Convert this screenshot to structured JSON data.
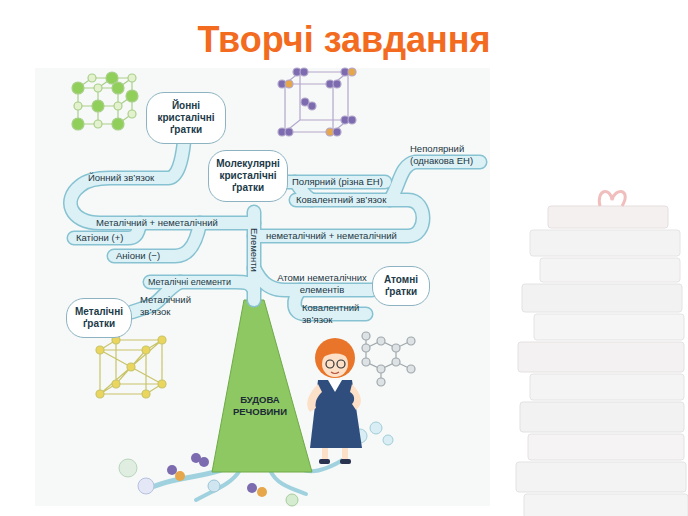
{
  "diagram": {
    "title": "Творчі завдання",
    "nodes": [
      {
        "text": [
          "Йонні кристалічні ґратки"
        ]
      },
      {
        "text": [
          "Молекулярні кристалічні ґратки"
        ]
      },
      {
        "text": [
          "Атомні ґратки"
        ]
      },
      {
        "text": [
          "Металічні ґратки"
        ]
      },
      {
        "text": [
          "БУДОВА РЕЧОВИНИ"
        ]
      }
    ],
    "labels": [
      "Неполярний (однакова ЕН)",
      "Полярний (різна ЕН)",
      "Ковалентний зв’язок",
      "Йонний зв’язок",
      "Металічний + неметалічний",
      "Катіони (+)",
      "Аніони (−)",
      "Елементи",
      "неметалічний + неметалічний",
      "Атоми неметалічних елементів",
      "Ковалентний зв’язок",
      "Металічні елементи",
      "Металічний зв’язок"
    ]
  }
}
